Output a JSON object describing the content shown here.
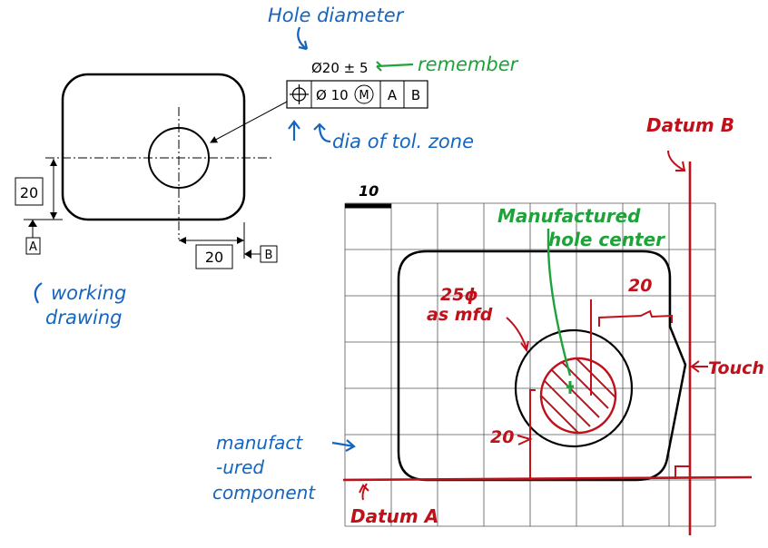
{
  "colors": {
    "annotation_blue": "#1565c0",
    "annotation_green": "#1ea33a",
    "annotation_red": "#c0101a",
    "ink": "#000000"
  },
  "drawing": {
    "basic_dim_a": "20",
    "basic_dim_b": "20",
    "datum_a": "A",
    "datum_b": "B",
    "hole_callout": "Ø20 ± 5",
    "fcf": {
      "symbol": "position-icon",
      "tolerance": "Ø 10",
      "modifier": "M",
      "datum1": "A",
      "datum2": "B"
    }
  },
  "notes": {
    "hole_diameter": "Hole diameter",
    "remember": "remember",
    "dia_of_tol_zone": "dia of tol. zone",
    "working_drawing_1": "working",
    "working_drawing_2": "drawing",
    "datum_b_label": "Datum B",
    "datum_a_label": "Datum A",
    "grid_scale": "10",
    "manufactured_center_1": "Manufactured",
    "manufactured_center_2": "hole center",
    "as_mfd_1": "25ϕ",
    "as_mfd_2": "as mfd",
    "dim_20_top": "20",
    "dim_20_side": "20",
    "touch": "Touch",
    "component_1": "manufact",
    "component_2": "-ured",
    "component_3": "component"
  }
}
